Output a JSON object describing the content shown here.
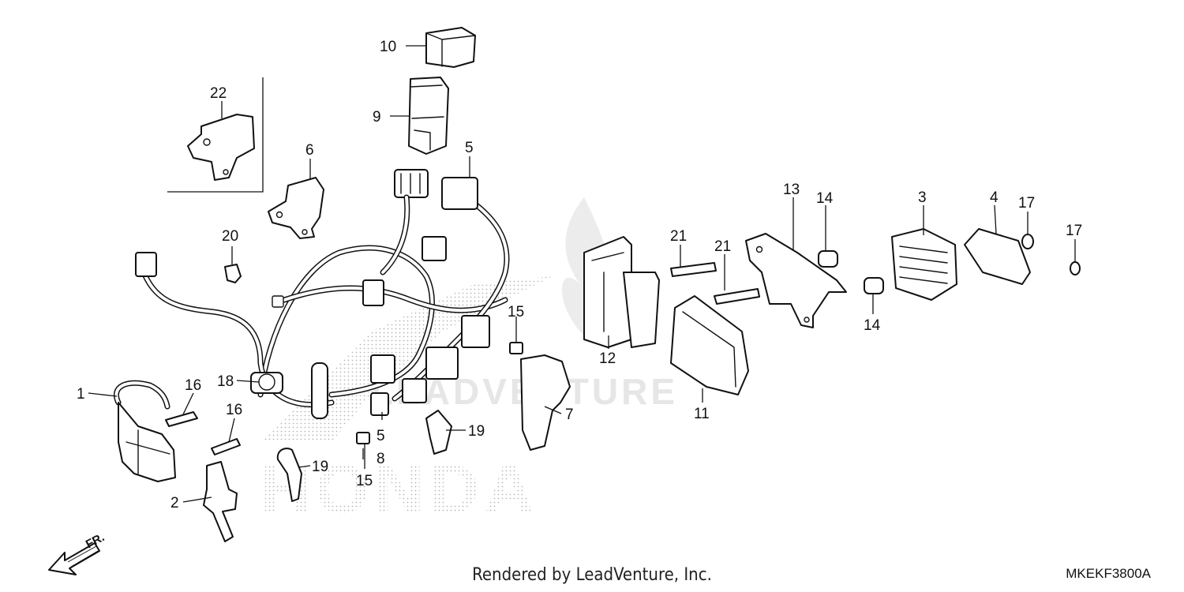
{
  "diagram": {
    "callouts": {
      "c1": "1",
      "c2": "2",
      "c3": "3",
      "c4": "4",
      "c5a": "5",
      "c5b": "5",
      "c6": "6",
      "c7": "7",
      "c8": "8",
      "c9": "9",
      "c10": "10",
      "c11": "11",
      "c12": "12",
      "c13": "13",
      "c14a": "14",
      "c14b": "14",
      "c15a": "15",
      "c15b": "15",
      "c16a": "16",
      "c16b": "16",
      "c17a": "17",
      "c17b": "17",
      "c18": "18",
      "c19a": "19",
      "c19b": "19",
      "c20": "20",
      "c21a": "21",
      "c21b": "21",
      "c22": "22"
    },
    "direction_label": "FR.",
    "watermark_text": "LEADVENTURE",
    "brand_watermark": "HONDA"
  },
  "footer": {
    "credit": "Rendered by LeadVenture, Inc.",
    "diagram_code": "MKEKF3800A"
  }
}
